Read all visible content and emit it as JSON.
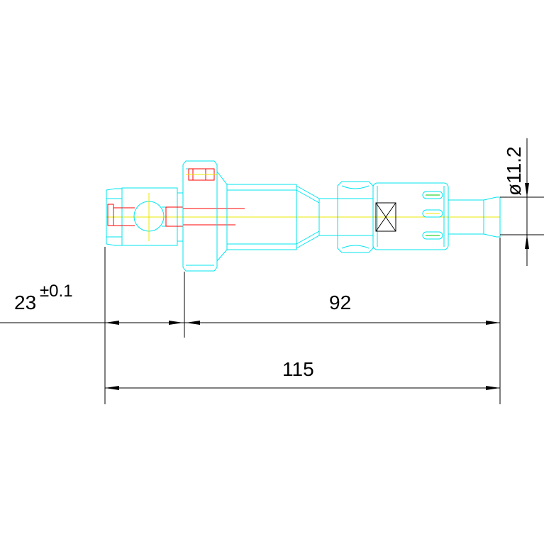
{
  "drawing": {
    "dimensions": {
      "left_length": "23",
      "left_tolerance": "±0.1",
      "right_length": "92",
      "total_length": "115",
      "diameter": "ø11.2"
    }
  }
}
